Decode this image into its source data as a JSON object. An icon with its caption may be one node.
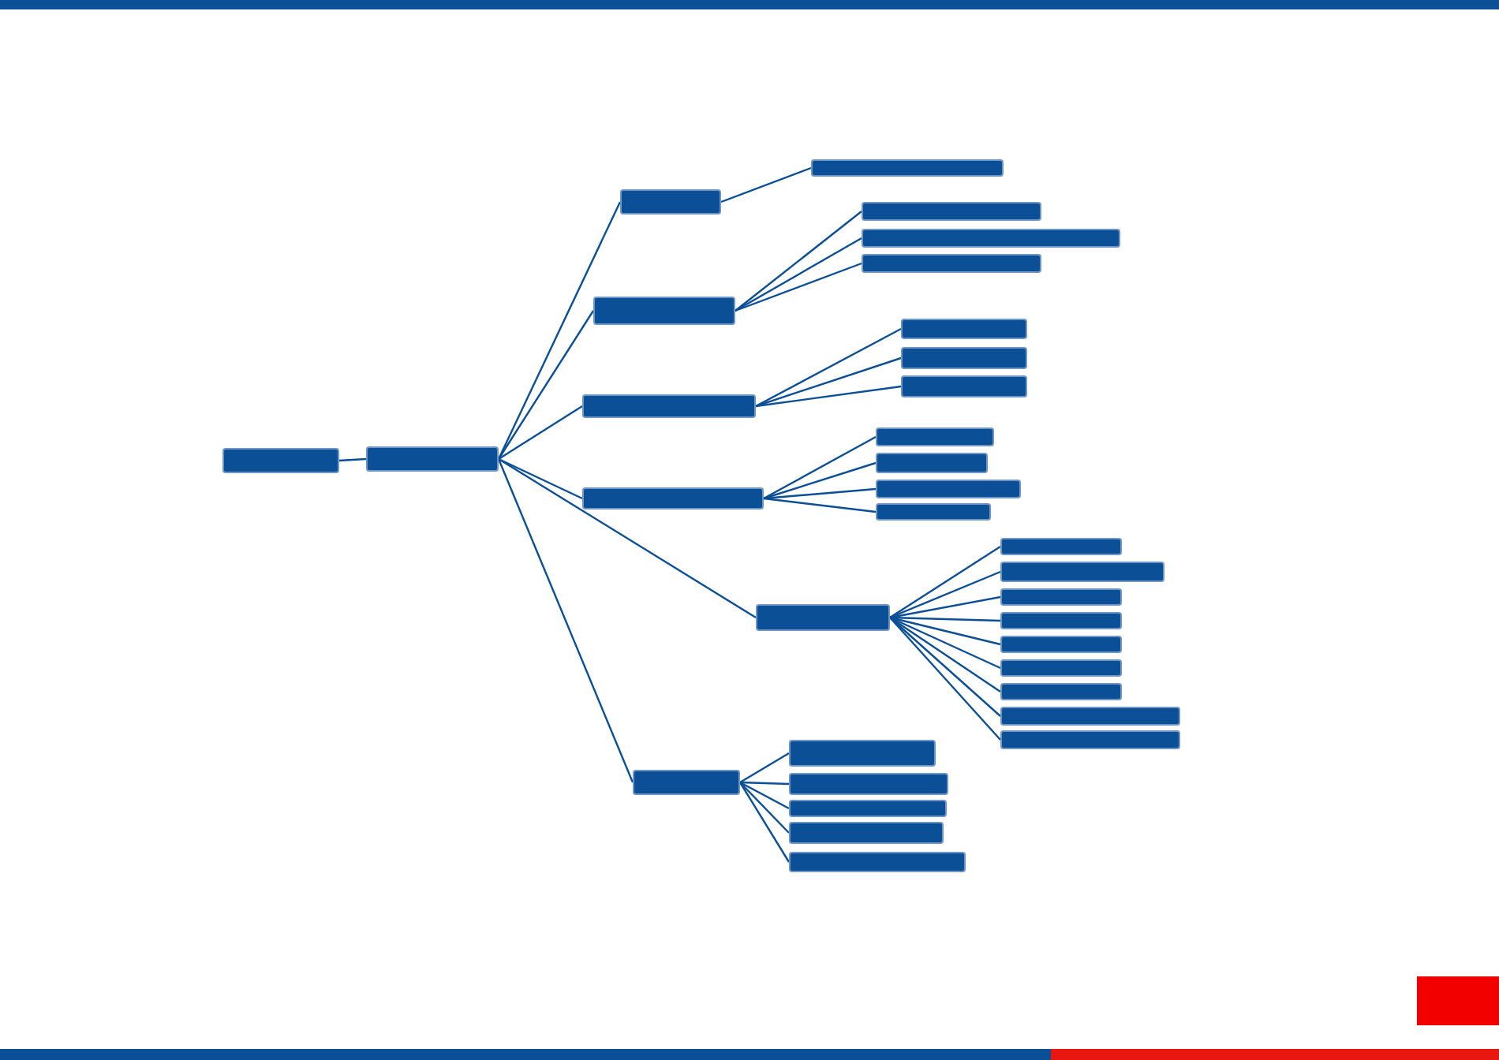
{
  "diagram": {
    "nodes": [
      {
        "text": [],
        "shape": "box"
      },
      {
        "text": [],
        "shape": "box"
      },
      {
        "text": [],
        "shape": "box"
      },
      {
        "text": [],
        "shape": "box"
      },
      {
        "text": [],
        "shape": "box"
      },
      {
        "text": [],
        "shape": "box"
      },
      {
        "text": [],
        "shape": "box"
      },
      {
        "text": [],
        "shape": "box"
      },
      {
        "text": [],
        "shape": "box"
      },
      {
        "text": [],
        "shape": "box"
      },
      {
        "text": [],
        "shape": "box"
      },
      {
        "text": [],
        "shape": "box"
      },
      {
        "text": [],
        "shape": "box"
      },
      {
        "text": [],
        "shape": "box"
      },
      {
        "text": [],
        "shape": "box"
      },
      {
        "text": [],
        "shape": "box"
      },
      {
        "text": [],
        "shape": "box"
      },
      {
        "text": [],
        "shape": "box"
      },
      {
        "text": [],
        "shape": "box"
      },
      {
        "text": [],
        "shape": "box"
      },
      {
        "text": [],
        "shape": "box"
      },
      {
        "text": [],
        "shape": "box"
      },
      {
        "text": [],
        "shape": "box"
      },
      {
        "text": [],
        "shape": "box"
      },
      {
        "text": [],
        "shape": "box"
      },
      {
        "text": [],
        "shape": "box"
      },
      {
        "text": [],
        "shape": "box"
      },
      {
        "text": [],
        "shape": "box"
      },
      {
        "text": [],
        "shape": "box"
      },
      {
        "text": [],
        "shape": "box"
      },
      {
        "text": [],
        "shape": "box"
      },
      {
        "text": [],
        "shape": "box"
      },
      {
        "text": [],
        "shape": "box"
      }
    ],
    "edges": [
      {
        "from": 0,
        "to": 1,
        "arrow": "none"
      },
      {
        "from": 1,
        "to": 2,
        "arrow": "none"
      },
      {
        "from": 1,
        "to": 4,
        "arrow": "none"
      },
      {
        "from": 1,
        "to": 8,
        "arrow": "none"
      },
      {
        "from": 1,
        "to": 12,
        "arrow": "none"
      },
      {
        "from": 1,
        "to": 17,
        "arrow": "none"
      },
      {
        "from": 1,
        "to": 27,
        "arrow": "none"
      },
      {
        "from": 2,
        "to": 3,
        "arrow": "none"
      },
      {
        "from": 4,
        "to": 5,
        "arrow": "none"
      },
      {
        "from": 4,
        "to": 6,
        "arrow": "none"
      },
      {
        "from": 4,
        "to": 7,
        "arrow": "none"
      },
      {
        "from": 8,
        "to": 9,
        "arrow": "none"
      },
      {
        "from": 8,
        "to": 10,
        "arrow": "none"
      },
      {
        "from": 8,
        "to": 11,
        "arrow": "none"
      },
      {
        "from": 12,
        "to": 13,
        "arrow": "none"
      },
      {
        "from": 12,
        "to": 14,
        "arrow": "none"
      },
      {
        "from": 12,
        "to": 15,
        "arrow": "none"
      },
      {
        "from": 12,
        "to": 16,
        "arrow": "none"
      },
      {
        "from": 17,
        "to": 18,
        "arrow": "none"
      },
      {
        "from": 17,
        "to": 19,
        "arrow": "none"
      },
      {
        "from": 17,
        "to": 20,
        "arrow": "none"
      },
      {
        "from": 17,
        "to": 21,
        "arrow": "none"
      },
      {
        "from": 17,
        "to": 22,
        "arrow": "none"
      },
      {
        "from": 17,
        "to": 23,
        "arrow": "none"
      },
      {
        "from": 17,
        "to": 24,
        "arrow": "none"
      },
      {
        "from": 17,
        "to": 25,
        "arrow": "none"
      },
      {
        "from": 17,
        "to": 26,
        "arrow": "none"
      },
      {
        "from": 27,
        "to": 28,
        "arrow": "none"
      },
      {
        "from": 27,
        "to": 29,
        "arrow": "none"
      },
      {
        "from": 27,
        "to": 30,
        "arrow": "none"
      },
      {
        "from": 27,
        "to": 31,
        "arrow": "none"
      },
      {
        "from": 27,
        "to": 32,
        "arrow": "none"
      }
    ]
  }
}
